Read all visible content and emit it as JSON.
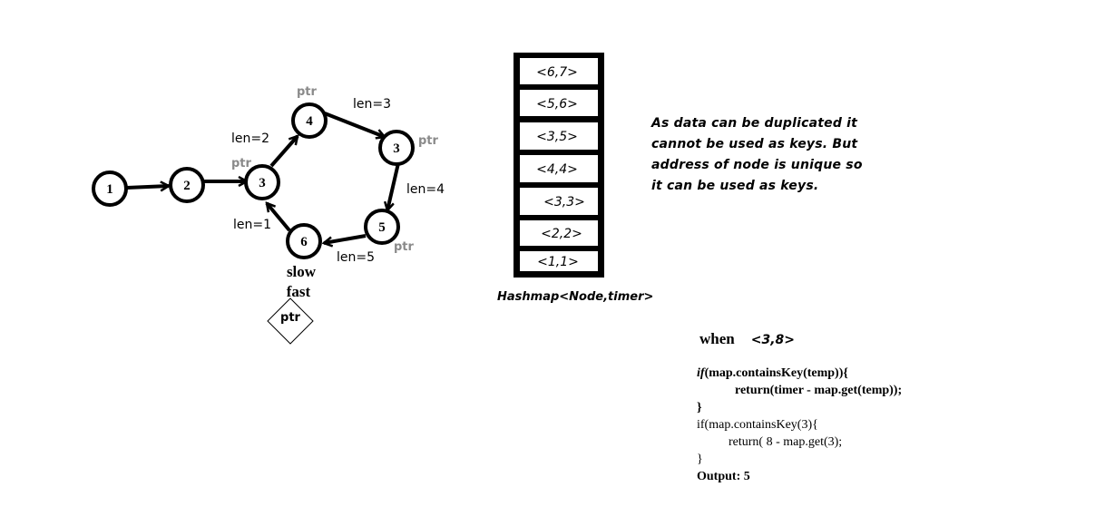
{
  "graph": {
    "nodes": [
      {
        "id": "n1",
        "label": "1"
      },
      {
        "id": "n2",
        "label": "2"
      },
      {
        "id": "n3a",
        "label": "3"
      },
      {
        "id": "n4",
        "label": "4"
      },
      {
        "id": "n3b",
        "label": "3"
      },
      {
        "id": "n5",
        "label": "5"
      },
      {
        "id": "n6",
        "label": "6"
      }
    ],
    "edge_labels": {
      "len2": "len=2",
      "len3": "len=3",
      "len4": "len=4",
      "len5": "len=5",
      "len1": "len=1"
    },
    "ptr_label": "ptr",
    "slow_label": "slow",
    "fast_label": "fast"
  },
  "hashmap": {
    "entries": [
      "<6,7>",
      "<5,6>",
      "<3,5>",
      "<4,4>",
      "<3,3>",
      "<2,2>",
      "<1,1>"
    ],
    "caption": "Hashmap<Node,timer>"
  },
  "note_lines": [
    "As data can be duplicated it",
    "cannot be used as keys. But",
    "address of node is unique so",
    "it can be used as keys."
  ],
  "code": {
    "when_label": "when",
    "when_pair": "<3,8>",
    "if_kw": "if",
    "line1_rest": "(map.containsKey(temp)){",
    "line2": "            return(timer - map.get(temp));",
    "line3": "}",
    "line4": "if(map.containsKey(3){",
    "line5": "          return( 8 - map.get(3);",
    "line6": "}",
    "output": "Output: 5"
  }
}
